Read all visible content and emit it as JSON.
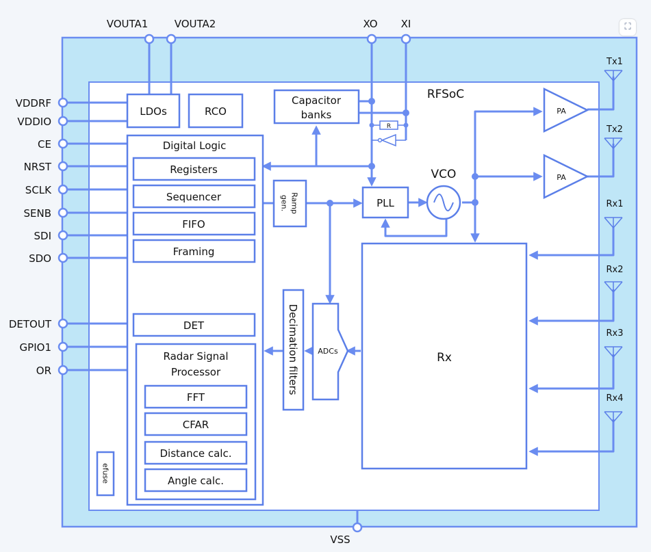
{
  "chip": {
    "name": "RFSoC"
  },
  "pins": {
    "left": [
      "VDDRF",
      "VDDIO",
      "CE",
      "NRST",
      "SCLK",
      "SENB",
      "SDI",
      "SDO",
      "DETOUT",
      "GPIO1",
      "OR"
    ],
    "top_left": [
      "VOUTA1",
      "VOUTA2"
    ],
    "top_right": [
      "XO",
      "XI"
    ],
    "bottom": "VSS"
  },
  "blocks": {
    "ldos": "LDOs",
    "rco": "RCO",
    "capacitor_banks": [
      "Capacitor",
      "banks"
    ],
    "resistor": "R",
    "digital_logic": "Digital Logic",
    "digital_items": [
      "Registers",
      "Sequencer",
      "FIFO",
      "Framing"
    ],
    "det": "DET",
    "rsp_title": [
      "Radar Signal",
      "Processor"
    ],
    "rsp_items": [
      "FFT",
      "CFAR",
      "Distance calc.",
      "Angle calc."
    ],
    "efuse": "efuse",
    "ramp_gen": [
      "Ramp",
      "gen."
    ],
    "pll": "PLL",
    "vco": "VCO",
    "pa": "PA",
    "decimation": "Decimation filters",
    "adcs": "ADCs",
    "rx": "Rx"
  },
  "antennas": [
    "Tx1",
    "Tx2",
    "Rx1",
    "Rx2",
    "Rx3",
    "Rx4"
  ],
  "colors": {
    "line": "#6a8cf0",
    "package_fill": "#bfe6f7",
    "block_stroke": "#5b7fe8"
  }
}
